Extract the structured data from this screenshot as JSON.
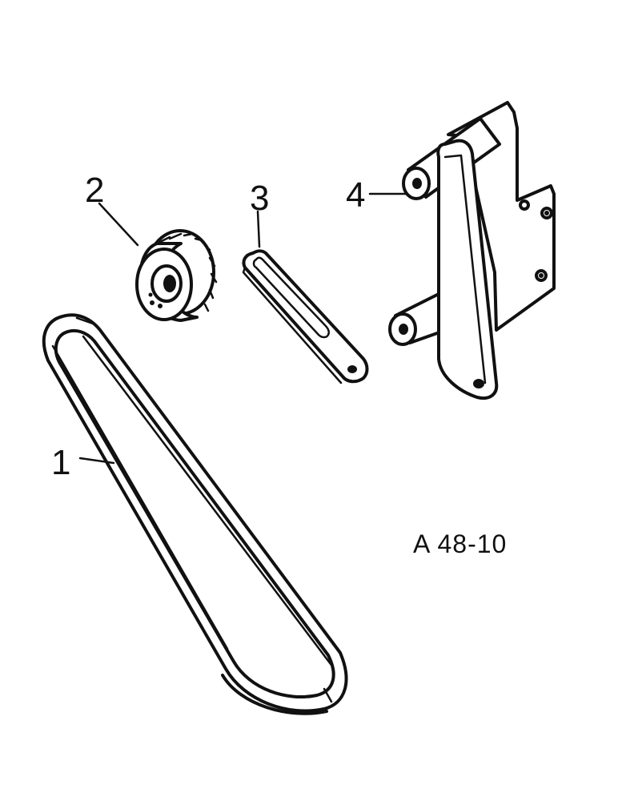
{
  "callouts": [
    {
      "id": "1",
      "label": "1"
    },
    {
      "id": "2",
      "label": "2"
    },
    {
      "id": "3",
      "label": "3"
    },
    {
      "id": "4",
      "label": "4"
    }
  ],
  "reference_code": "A 48-10"
}
